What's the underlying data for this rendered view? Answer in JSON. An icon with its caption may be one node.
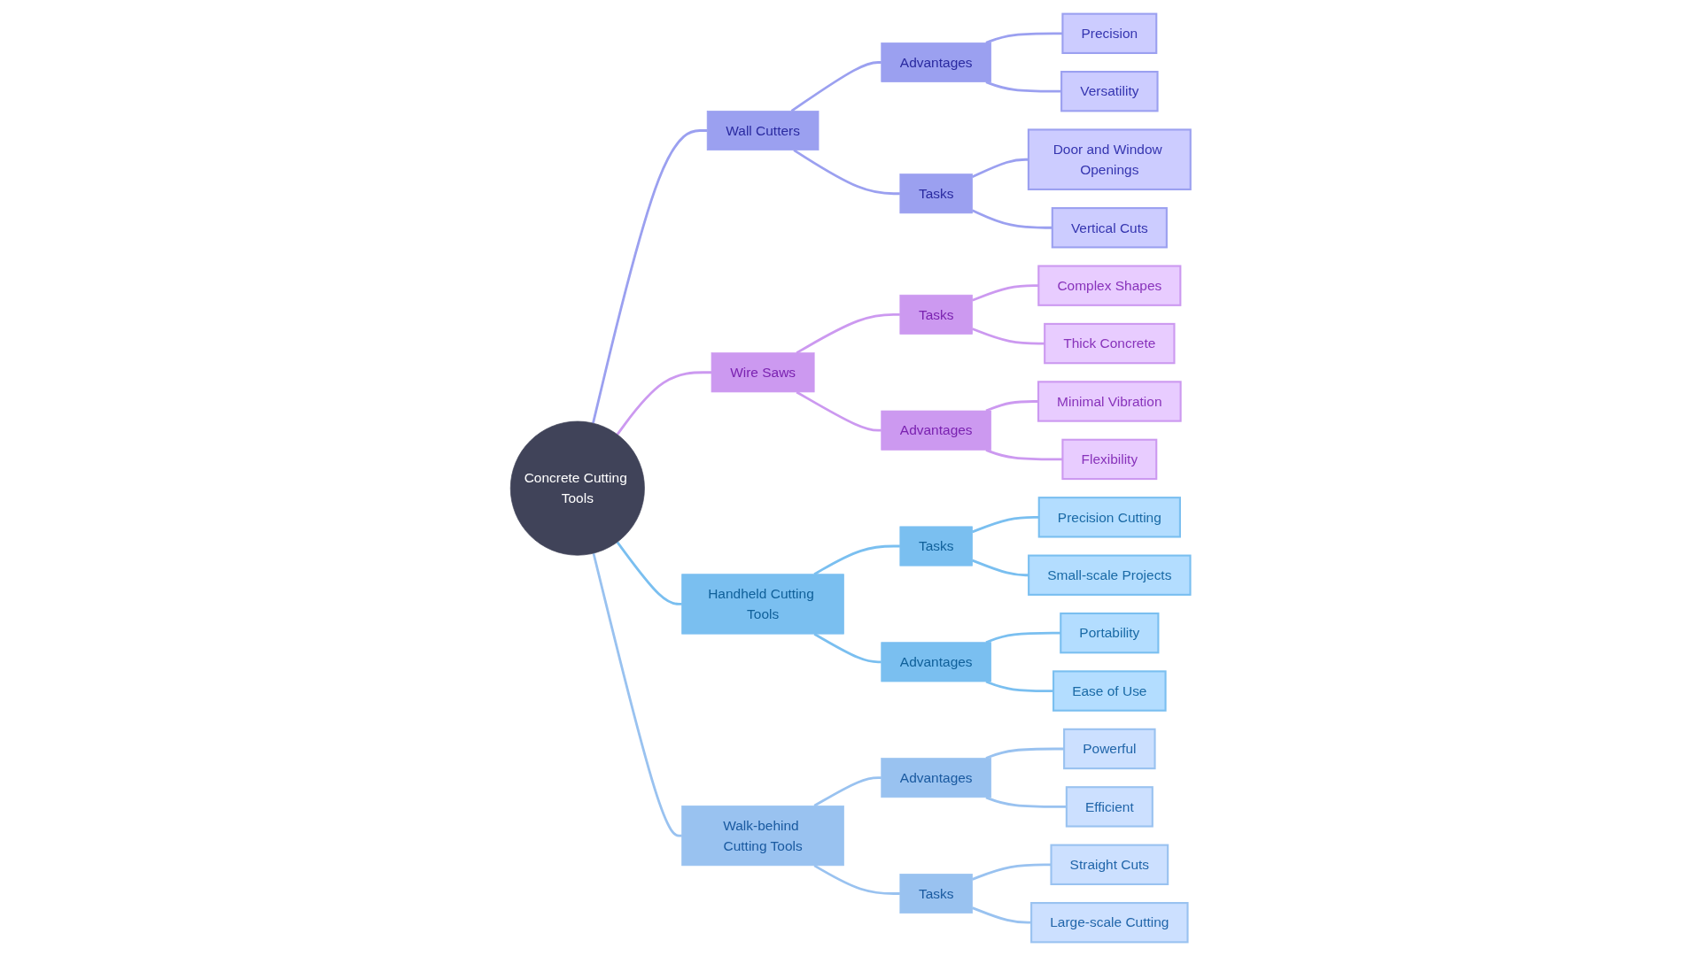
{
  "diagram": {
    "nodes": [
      {
        "text": [
          "Concrete Cutting Tools"
        ]
      },
      {
        "text": [
          "Wall Cutters"
        ]
      },
      {
        "text": [
          "Advantages"
        ]
      },
      {
        "text": [
          "Precision"
        ]
      },
      {
        "text": [
          "Versatility"
        ]
      },
      {
        "text": [
          "Tasks"
        ]
      },
      {
        "text": [
          "Door and Window Openings"
        ]
      },
      {
        "text": [
          "Vertical Cuts"
        ]
      },
      {
        "text": [
          "Wire Saws"
        ]
      },
      {
        "text": [
          "Tasks"
        ]
      },
      {
        "text": [
          "Complex Shapes"
        ]
      },
      {
        "text": [
          "Thick Concrete"
        ]
      },
      {
        "text": [
          "Advantages"
        ]
      },
      {
        "text": [
          "Minimal Vibration"
        ]
      },
      {
        "text": [
          "Flexibility"
        ]
      },
      {
        "text": [
          "Handheld Cutting Tools"
        ]
      },
      {
        "text": [
          "Tasks"
        ]
      },
      {
        "text": [
          "Precision Cutting"
        ]
      },
      {
        "text": [
          "Small-scale Projects"
        ]
      },
      {
        "text": [
          "Advantages"
        ]
      },
      {
        "text": [
          "Portability"
        ]
      },
      {
        "text": [
          "Ease of Use"
        ]
      },
      {
        "text": [
          "Walk-behind Cutting Tools"
        ]
      },
      {
        "text": [
          "Advantages"
        ]
      },
      {
        "text": [
          "Powerful"
        ]
      },
      {
        "text": [
          "Efficient"
        ]
      },
      {
        "text": [
          "Tasks"
        ]
      },
      {
        "text": [
          "Straight Cuts"
        ]
      },
      {
        "text": [
          "Large-scale Cutting"
        ]
      }
    ],
    "edges": [
      {
        "from": 0,
        "to": 1,
        "arrow": "none",
        "color": "#9ba0f0"
      },
      {
        "from": 1,
        "to": 2,
        "arrow": "none",
        "color": "#9ba0f0"
      },
      {
        "from": 2,
        "to": 3,
        "arrow": "none",
        "color": "#9ba0f0"
      },
      {
        "from": 2,
        "to": 4,
        "arrow": "none",
        "color": "#9ba0f0"
      },
      {
        "from": 1,
        "to": 5,
        "arrow": "none",
        "color": "#9ba0f0"
      },
      {
        "from": 5,
        "to": 6,
        "arrow": "none",
        "color": "#9ba0f0"
      },
      {
        "from": 5,
        "to": 7,
        "arrow": "none",
        "color": "#9ba0f0"
      },
      {
        "from": 0,
        "to": 8,
        "arrow": "none",
        "color": "#cc99f0"
      },
      {
        "from": 8,
        "to": 9,
        "arrow": "none",
        "color": "#cc99f0"
      },
      {
        "from": 9,
        "to": 10,
        "arrow": "none",
        "color": "#cc99f0"
      },
      {
        "from": 9,
        "to": 11,
        "arrow": "none",
        "color": "#cc99f0"
      },
      {
        "from": 8,
        "to": 12,
        "arrow": "none",
        "color": "#cc99f0"
      },
      {
        "from": 12,
        "to": 13,
        "arrow": "none",
        "color": "#cc99f0"
      },
      {
        "from": 12,
        "to": 14,
        "arrow": "none",
        "color": "#cc99f0"
      },
      {
        "from": 0,
        "to": 15,
        "arrow": "none",
        "color": "#7abff0"
      },
      {
        "from": 15,
        "to": 16,
        "arrow": "none",
        "color": "#7abff0"
      },
      {
        "from": 16,
        "to": 17,
        "arrow": "none",
        "color": "#7abff0"
      },
      {
        "from": 16,
        "to": 18,
        "arrow": "none",
        "color": "#7abff0"
      },
      {
        "from": 15,
        "to": 19,
        "arrow": "none",
        "color": "#7abff0"
      },
      {
        "from": 19,
        "to": 20,
        "arrow": "none",
        "color": "#7abff0"
      },
      {
        "from": 19,
        "to": 21,
        "arrow": "none",
        "color": "#7abff0"
      },
      {
        "from": 0,
        "to": 22,
        "arrow": "none",
        "color": "#99c2f0"
      },
      {
        "from": 22,
        "to": 23,
        "arrow": "none",
        "color": "#99c2f0"
      },
      {
        "from": 23,
        "to": 24,
        "arrow": "none",
        "color": "#99c2f0"
      },
      {
        "from": 23,
        "to": 25,
        "arrow": "none",
        "color": "#99c2f0"
      },
      {
        "from": 22,
        "to": 26,
        "arrow": "none",
        "color": "#99c2f0"
      },
      {
        "from": 26,
        "to": 27,
        "arrow": "none",
        "color": "#99c2f0"
      },
      {
        "from": 26,
        "to": 28,
        "arrow": "none",
        "color": "#99c2f0"
      }
    ]
  }
}
